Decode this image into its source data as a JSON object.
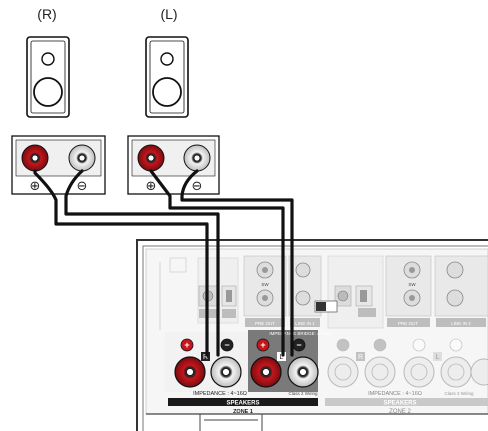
{
  "speakers": [
    {
      "label": "(R)"
    },
    {
      "label": "(L)"
    }
  ],
  "terminal_symbols": {
    "positive": "⊕",
    "negative": "⊖"
  },
  "panel": {
    "zone1_heading": "SPEAKERS",
    "zone1_label": "ZONE 1",
    "zone2_heading": "SPEAKERS",
    "zone2_label": "ZONE 2",
    "impedance_zone1": "IMPEDANCE : 4~16Ω",
    "impedance_zone2": "IMPEDANCE : 4~16Ω",
    "bridge_label": "IMPEDANCE BRIDGE: 4~16Ω",
    "class2_wiring_1": "Class 2 Wiring",
    "class2_wiring_2": "Class 2 Wiring",
    "sw_label_1": "SW",
    "sw_label_2": "SW",
    "pre_out_1": "PRE OUT",
    "pre_out_2": "PRE OUT",
    "line_in_1": "LINE IN 1",
    "line_in_2": "LINE IN 2",
    "channel_R": "R",
    "channel_L": "L",
    "plus": "+",
    "minus": "−"
  },
  "colors": {
    "wire": "#111111",
    "terminal_red": "#c4161c",
    "panel_dark": "#6e6e6e",
    "zone_bar": "#1a1a1a"
  }
}
